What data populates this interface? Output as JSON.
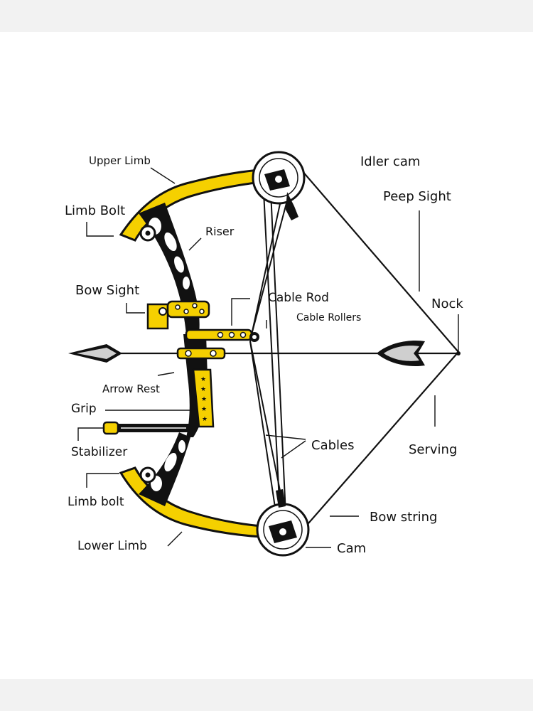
{
  "colors": {
    "limb": "#f5d000",
    "outline": "#111111",
    "riser": "#111111",
    "background": "#ffffff",
    "page_margin": "#f2f2f2"
  },
  "labels": {
    "upper_limb": "Upper Limb",
    "limb_bolt_upper": "Limb Bolt",
    "riser": "Riser",
    "bow_sight": "Bow Sight",
    "cable_rod": "Cable Rod",
    "cable_rollers": "Cable Rollers",
    "arrow_rest": "Arrow Rest",
    "grip": "Grip",
    "stabilizer": "Stabilizer",
    "limb_bolt_lower": "Limb bolt",
    "lower_limb": "Lower Limb",
    "idler_cam": "Idler cam",
    "peep_sight": "Peep Sight",
    "nock": "Nock",
    "serving": "Serving",
    "cables": "Cables",
    "bow_string": "Bow string",
    "cam": "Cam"
  },
  "icons": [
    "idler-cam-wheel-icon",
    "cam-wheel-icon",
    "arrowhead-icon",
    "fletching-icon"
  ]
}
